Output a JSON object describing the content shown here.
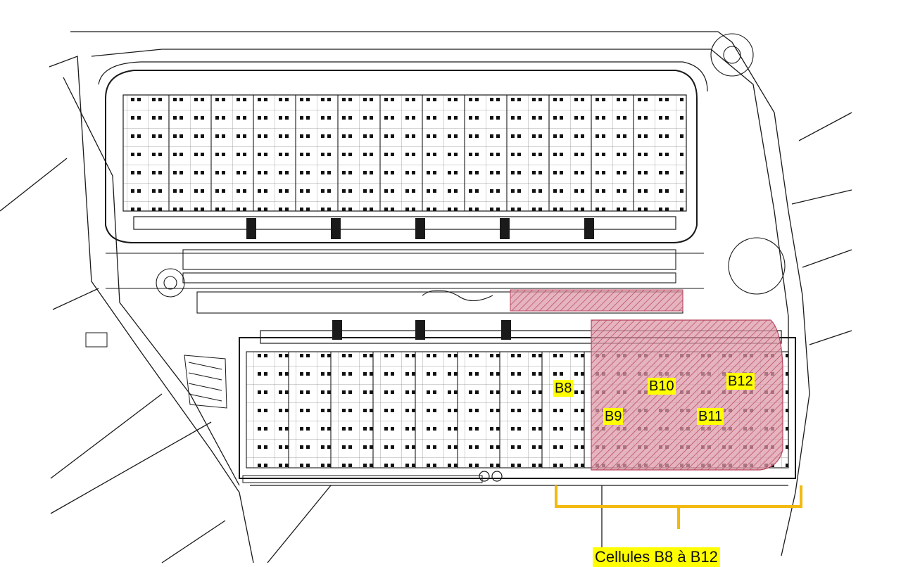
{
  "colors": {
    "highlight_fill": "#d98a9b",
    "highlight_hatch": "#b8435f",
    "label_bg": "#ffff00",
    "bracket": "#f2b90f",
    "linework": "#1a1a1a"
  },
  "cells": [
    {
      "id": "b8",
      "label": "B8"
    },
    {
      "id": "b9",
      "label": "B9"
    },
    {
      "id": "b10",
      "label": "B10"
    },
    {
      "id": "b11",
      "label": "B11"
    },
    {
      "id": "b12",
      "label": "B12"
    }
  ],
  "caption": "Cellules B8 à B12"
}
